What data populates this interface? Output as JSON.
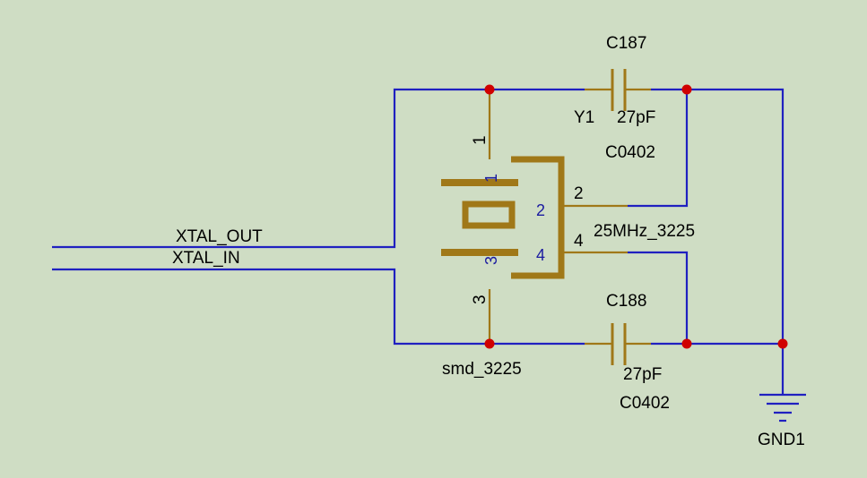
{
  "colors": {
    "background": "#CFDDC4",
    "wire": "#2020C0",
    "component": "#A07818",
    "junction": "#D00000",
    "text": "#000000",
    "pin_number": "#1A1AA0"
  },
  "nets": {
    "xtal_out": "XTAL_OUT",
    "xtal_in": "XTAL_IN",
    "ground": "GND1"
  },
  "crystal": {
    "ref": "Y1",
    "value": "25MHz_3225",
    "footprint": "smd_3225",
    "pins": {
      "p1_outer": "1",
      "p1_inner": "1",
      "p2_outer": "2",
      "p2_inner": "2",
      "p3_outer": "3",
      "p3_inner": "3",
      "p4_outer": "4",
      "p4_inner": "4"
    }
  },
  "c187": {
    "ref": "C187",
    "value": "27pF",
    "footprint": "C0402"
  },
  "c188": {
    "ref": "C188",
    "value": "27pF",
    "footprint": "C0402"
  },
  "ground_symbol_icon": "ground-icon"
}
